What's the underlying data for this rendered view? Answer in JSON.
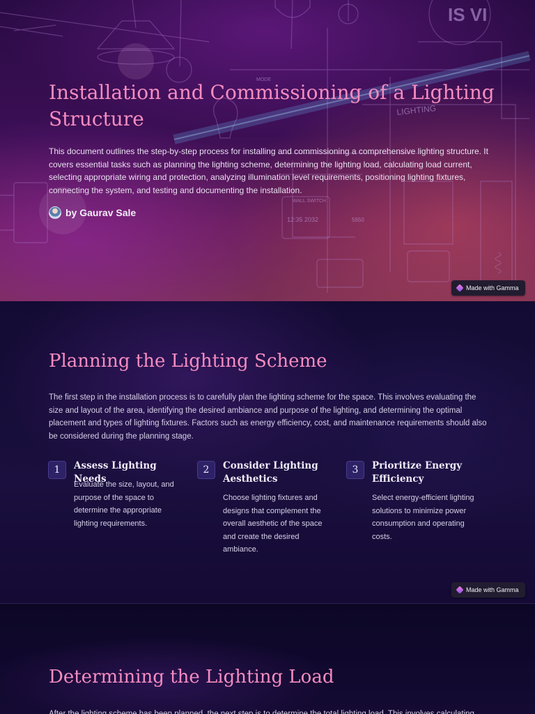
{
  "hero": {
    "title": "Installation and Commissioning of a Lighting Structure",
    "description": "This document outlines the step-by-step process for installing and commissioning a comprehensive lighting structure. It covers essential tasks such as planning the lighting scheme, determining the lighting load, calculating load current, selecting appropriate wiring and protection, analyzing illumination level requirements, positioning lighting fixtures, connecting the system, and testing and documenting the installation.",
    "author": "by Gaurav Sale",
    "illustration_labels": {
      "lighting": "LIGHTING",
      "mode": "MODE",
      "wall_label": "WALL SWITCH",
      "sign": "IS VI",
      "digits": "12:35 2032",
      "code": "5650"
    }
  },
  "badge": {
    "label": "Made with Gamma",
    "icon": "gamma-logo-icon"
  },
  "planning": {
    "title": "Planning the Lighting Scheme",
    "body": "The first step in the installation process is to carefully plan the lighting scheme for the space. This involves evaluating the size and layout of the area, identifying the desired ambiance and purpose of the lighting, and determining the optimal placement and types of lighting fixtures. Factors such as energy efficiency, cost, and maintenance requirements should also be considered during the planning stage.",
    "steps": [
      {
        "number": "1",
        "title": "Assess Lighting Needs",
        "description": "Evaluate the size, layout, and purpose of the space to determine the appropriate lighting requirements."
      },
      {
        "number": "2",
        "title": "Consider Lighting Aesthetics",
        "description": "Choose lighting fixtures and designs that complement the overall aesthetic of the space and create the desired ambiance."
      },
      {
        "number": "3",
        "title": "Prioritize Energy Efficiency",
        "description": "Select energy-efficient lighting solutions to minimize power consumption and operating costs."
      }
    ]
  },
  "load": {
    "title": "Determining the Lighting Load",
    "body": "After the lighting scheme has been planned, the next step is to determine the total lighting load. This involves calculating"
  },
  "colors": {
    "accent": "#f58cc0",
    "background": "#0e0826",
    "step_badge": "#2d2266",
    "badge_bg": "#221c30"
  }
}
